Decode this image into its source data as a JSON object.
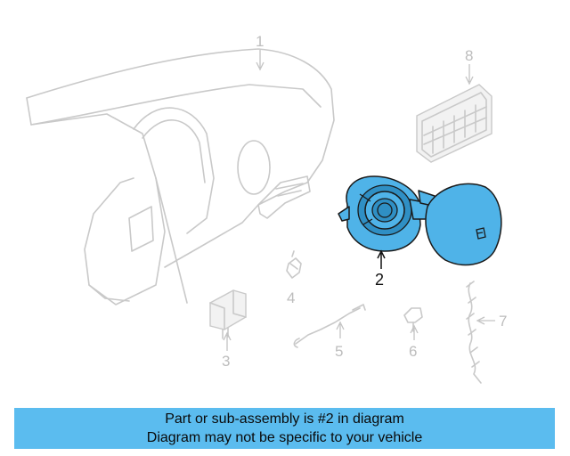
{
  "diagram": {
    "callouts": {
      "part1": "1",
      "part2": "2",
      "part3": "3",
      "part4": "4",
      "part5": "5",
      "part6": "6",
      "part7": "7",
      "part8": "8"
    },
    "highlight_color": "#4fb3e8",
    "highlighted_part": "2"
  },
  "caption": {
    "line1": "Part or sub-assembly is #2 in diagram",
    "line2": "Diagram may not be specific to your vehicle",
    "background": "#5bbcef"
  }
}
